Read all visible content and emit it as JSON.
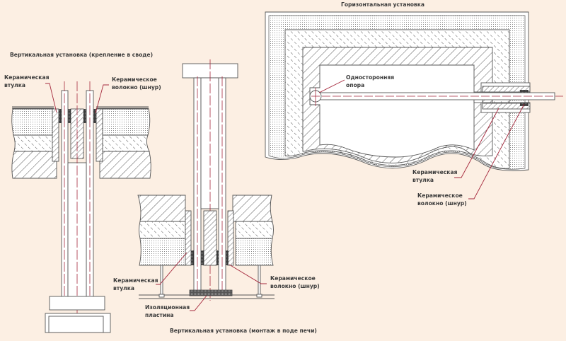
{
  "colors": {
    "background": "#fcefe3",
    "line": "#555555",
    "leader": "#a5283c",
    "fill": "#ffffff",
    "fibre": "#3b3b3b"
  },
  "panels": {
    "vertical_roof": {
      "title": "Вертикальная установка (крепление в своде)",
      "labels": {
        "sleeve": [
          "Керамическая",
          "втулка"
        ],
        "fibre": [
          "Керамическое",
          "волокно (шнур)"
        ]
      }
    },
    "vertical_floor": {
      "title": "Вертикальная установка (монтаж в поде печи)",
      "labels": {
        "sleeve": [
          "Керамическая",
          "втулка"
        ],
        "fibre": [
          "Керамическое",
          "волокно (шнур)"
        ],
        "plate": [
          "Изоляционная",
          "пластина"
        ]
      }
    },
    "horizontal": {
      "title": "Горизонтальная установка",
      "labels": {
        "support": [
          "Односторонняя",
          "опора"
        ],
        "sleeve": [
          "Керамическая",
          "втулка"
        ],
        "fibre": [
          "Керамическое",
          "волокно (шнур)"
        ]
      }
    }
  }
}
